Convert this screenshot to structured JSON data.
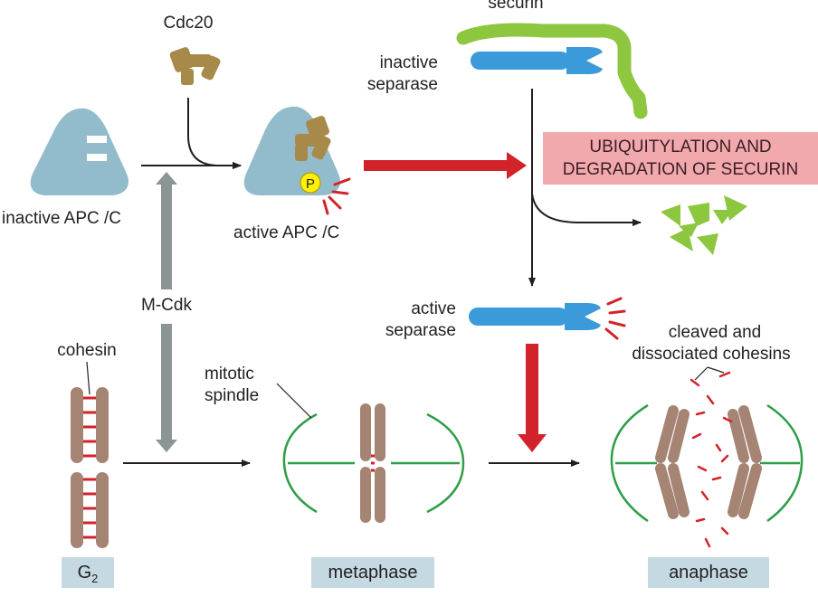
{
  "labels": {
    "securin": "securin",
    "cdc20": "Cdc20",
    "inactive_separase_1": "inactive",
    "inactive_separase_2": "separase",
    "inactive_apc": "inactive APC /C",
    "active_apc": "active APC /C",
    "phospho": "P",
    "ubiquitylation_1": "UBIQUITYLATION AND",
    "ubiquitylation_2": "DEGRADATION OF SECURIN",
    "m_cdk": "M-Cdk",
    "active_separase_1": "active",
    "active_separase_2": "separase",
    "cleaved_1": "cleaved and",
    "cleaved_2": "dissociated cohesins",
    "cohesin": "cohesin",
    "mitotic_spindle_1": "mitotic",
    "mitotic_spindle_2": "spindle",
    "stage_g2_main": "G",
    "stage_g2_sub": "2",
    "stage_metaphase": "metaphase",
    "stage_anaphase": "anaphase"
  },
  "colors": {
    "apc": "#92bccb",
    "cdc20": "#a78a4a",
    "securin": "#8dc63f",
    "separase": "#3b9ad9",
    "chromosome": "#a58474",
    "cohesin": "#d2232a",
    "spindle": "#2e9e48",
    "red_arrow": "#d2232a",
    "gray_arrow": "#8c9595",
    "stage_box": "#c5d9e3",
    "ubiquitylation_box": "#f2a9ae",
    "phosphate": "#fff200"
  }
}
